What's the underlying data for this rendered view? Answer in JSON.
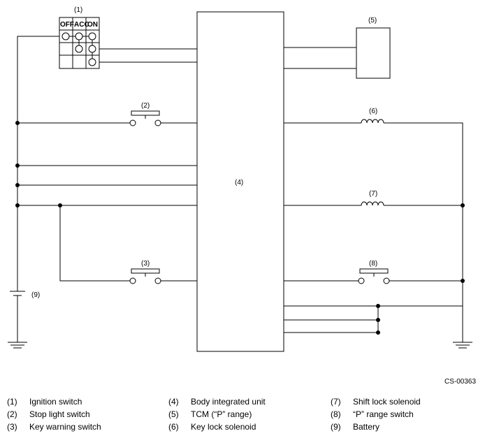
{
  "callouts": {
    "c1": "(1)",
    "c2": "(2)",
    "c3": "(3)",
    "c4": "(4)",
    "c5": "(5)",
    "c6": "(6)",
    "c7": "(7)",
    "c8": "(8)",
    "c9": "(9)"
  },
  "ignition_header": {
    "off": "OFF",
    "acc": "ACC",
    "on": "ON"
  },
  "figure_code": "CS-00363",
  "legend": [
    {
      "num": "(1)",
      "text": "Ignition switch"
    },
    {
      "num": "(2)",
      "text": "Stop light switch"
    },
    {
      "num": "(3)",
      "text": "Key warning switch"
    },
    {
      "num": "(4)",
      "text": "Body integrated unit"
    },
    {
      "num": "(5)",
      "text": "TCM (“P” range)"
    },
    {
      "num": "(6)",
      "text": "Key lock solenoid"
    },
    {
      "num": "(7)",
      "text": "Shift lock solenoid"
    },
    {
      "num": "(8)",
      "text": "“P” range switch"
    },
    {
      "num": "(9)",
      "text": "Battery"
    }
  ]
}
